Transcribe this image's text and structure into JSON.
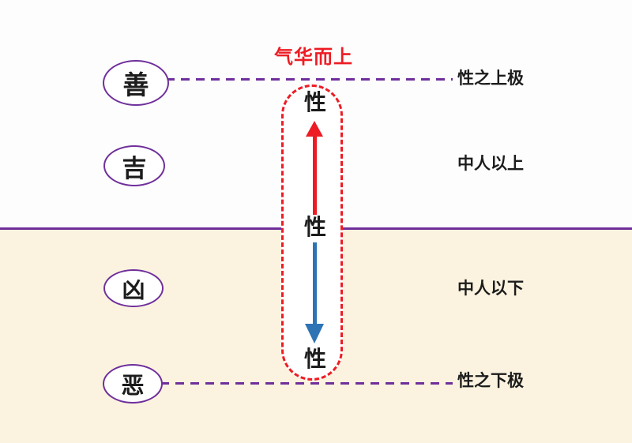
{
  "colors": {
    "purple": "#702f9b",
    "red": "#ed1c24",
    "blue": "#2e74b5",
    "cream": "#fbf3e0",
    "ink": "#1c1c1c",
    "white": "#ffffff"
  },
  "title": {
    "text": "气华而上"
  },
  "left_nodes": [
    {
      "id": "shan",
      "label": "善"
    },
    {
      "id": "ji",
      "label": "吉"
    },
    {
      "id": "xiong",
      "label": "凶"
    },
    {
      "id": "e",
      "label": "恶"
    }
  ],
  "center_column": {
    "top_label": "性",
    "middle_label": "性",
    "bottom_label": "性",
    "up_arrow_color": "#ed1c24",
    "down_arrow_color": "#2e74b5"
  },
  "right_labels": [
    {
      "text": "性之上极"
    },
    {
      "text": "中人以上"
    },
    {
      "text": "中人以下"
    },
    {
      "text": "性之下极"
    }
  ]
}
